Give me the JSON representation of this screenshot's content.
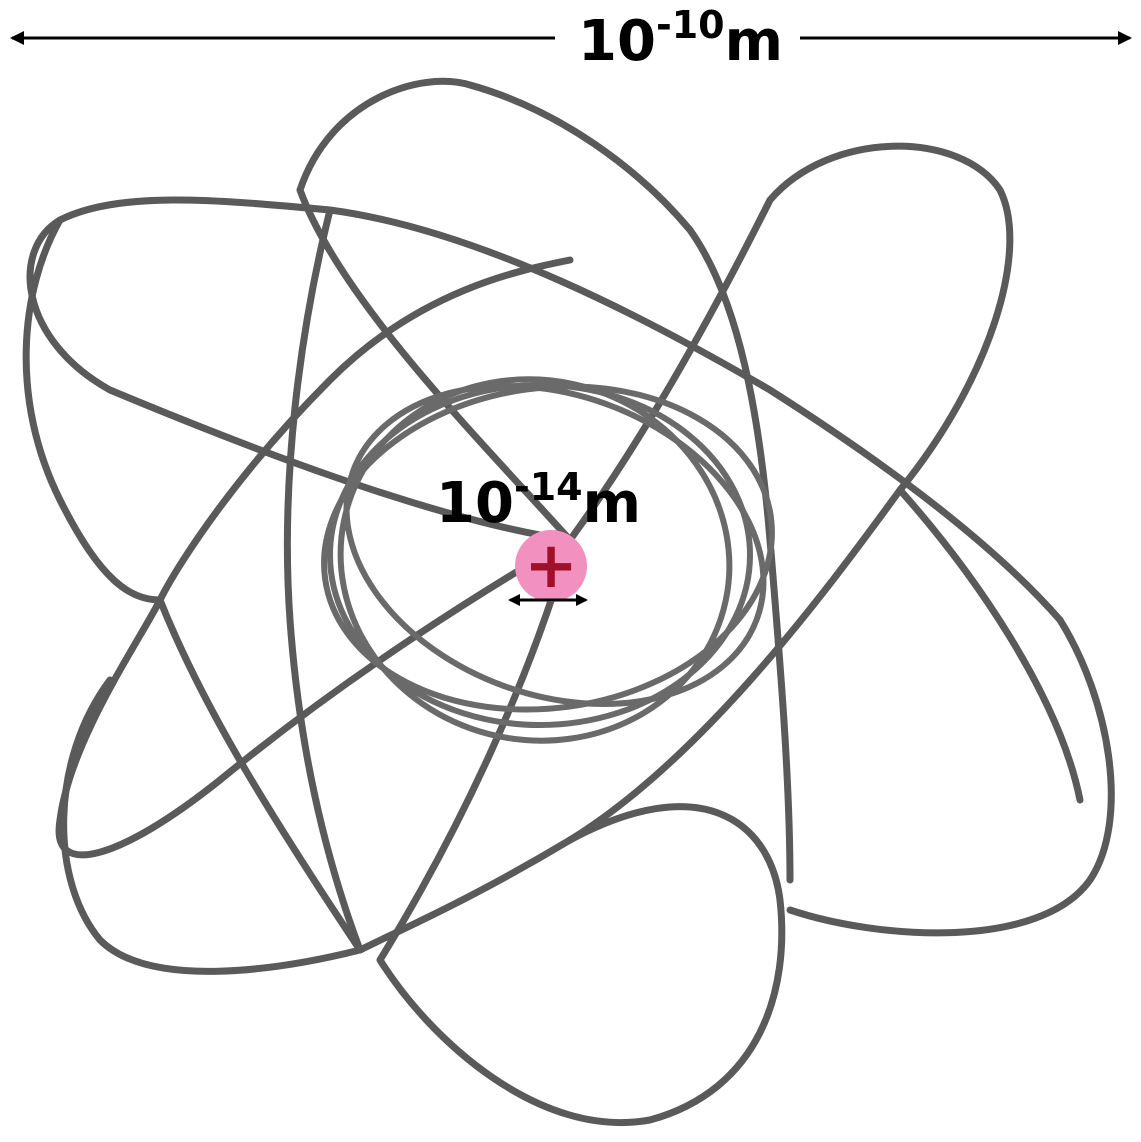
{
  "atom_scale": {
    "base": "10",
    "exponent": "-10",
    "unit": "m"
  },
  "nucleus_scale": {
    "base": "10",
    "exponent": "-14",
    "unit": "m"
  },
  "nucleus": {
    "symbol": "+"
  }
}
